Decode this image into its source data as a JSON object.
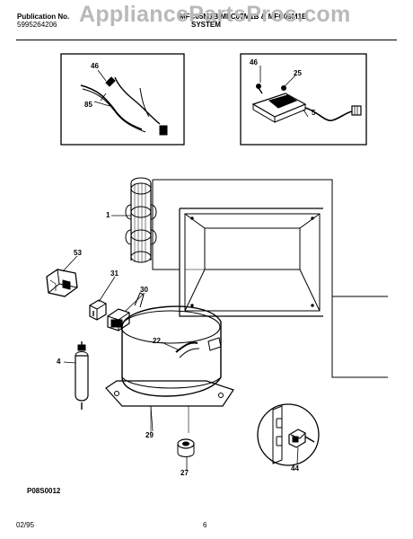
{
  "header": {
    "publication_label": "Publication No.",
    "publication_number": "5995264206",
    "models": "MFC05M1B,MFC07M1B & MFC09M1B",
    "section": "SYSTEM"
  },
  "watermark": "AppliancePartsPros.com",
  "callouts": {
    "inset_left": [
      "46",
      "85"
    ],
    "inset_right": [
      "46",
      "25",
      "5"
    ],
    "main": [
      "1",
      "53",
      "31",
      "30",
      "22",
      "4",
      "29",
      "27",
      "44"
    ]
  },
  "diagram_code": "P08S0012",
  "footer": {
    "date": "02/95",
    "page": "6"
  }
}
